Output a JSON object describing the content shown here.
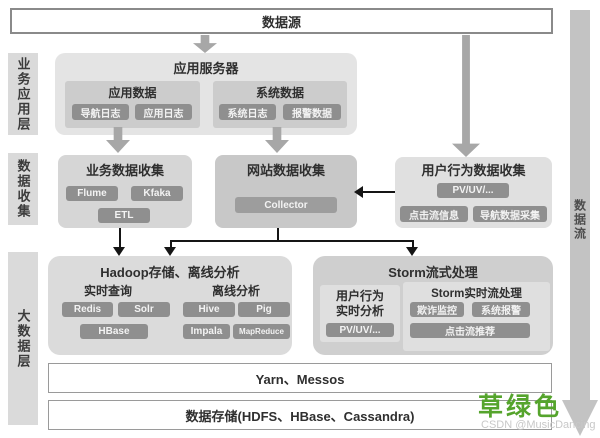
{
  "source": {
    "label": "数据源"
  },
  "side_layers": [
    {
      "label": "业务应用层"
    },
    {
      "label": "数据收集"
    },
    {
      "label": "大数据层"
    }
  ],
  "data_flow": {
    "label": "数据流"
  },
  "app_server": {
    "title": "应用服务器",
    "app_data": {
      "title": "应用数据",
      "chips": [
        "导航日志",
        "应用日志"
      ]
    },
    "sys_data": {
      "title": "系统数据",
      "chips": [
        "系统日志",
        "报警数据"
      ]
    }
  },
  "collection": {
    "business": {
      "title": "业务数据收集",
      "chips": [
        "Flume",
        "Kfaka",
        "ETL"
      ]
    },
    "website": {
      "title": "网站数据收集",
      "chips": [
        "Collector"
      ]
    },
    "user_behavior": {
      "title": "用户行为数据收集",
      "chips": [
        "PV/UV/...",
        "点击流信息",
        "导航数据采集"
      ]
    }
  },
  "bigdata": {
    "hadoop": {
      "title": "Hadoop存储、离线分析",
      "realtime": {
        "label": "实时查询",
        "chips": [
          "Redis",
          "Solr",
          "HBase"
        ]
      },
      "offline": {
        "label": "离线分析",
        "chips": [
          "Hive",
          "Pig",
          "Impala",
          "MapReduce"
        ]
      }
    },
    "storm": {
      "title": "Storm流式处理",
      "user_analysis": {
        "line1": "用户行为",
        "line2": "实时分析",
        "chip": "PV/UV/..."
      },
      "stream": {
        "title": "Storm实时流处理",
        "chips": [
          "欺诈监控",
          "系统报警",
          "点击流推荐"
        ]
      }
    },
    "yarn": {
      "label": "Yarn、Messos"
    },
    "storage": {
      "label": "数据存储(HDFS、HBase、Cassandra)"
    }
  },
  "watermark": {
    "brand": "草绿色",
    "credit": "CSDN @MusicDancing"
  },
  "colors": {
    "watermark_green": "#55a42c",
    "arrow_gray": "#a7a7a7",
    "flow_bar": "#c3c3c3"
  }
}
